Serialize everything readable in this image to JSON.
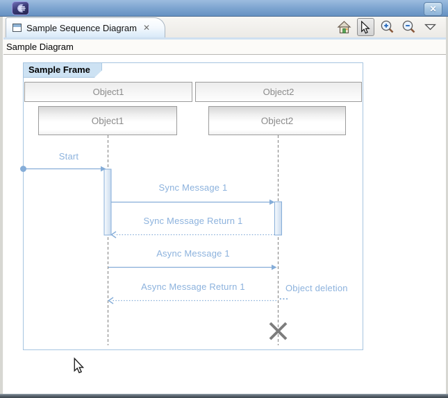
{
  "window": {
    "app": "Eclipse",
    "close_glyph": "✕"
  },
  "tab": {
    "title": "Sample Sequence Diagram",
    "close_glyph": "✕"
  },
  "toolbar": {
    "icons": [
      "home-icon",
      "selection-cursor-icon",
      "zoom-in-icon",
      "zoom-out-icon",
      "view-menu-icon"
    ],
    "active_tool": "selection-cursor"
  },
  "header": {
    "title": "Sample Diagram"
  },
  "diagram": {
    "frame_label": "Sample Frame",
    "columns": [
      {
        "header": "Object1",
        "instance": "Object1"
      },
      {
        "header": "Object2",
        "instance": "Object2"
      }
    ],
    "messages": [
      {
        "label": "Start",
        "type": "sync",
        "from": "start-node",
        "to": "Object1"
      },
      {
        "label": "Sync Message 1",
        "type": "sync",
        "from": "Object1",
        "to": "Object2"
      },
      {
        "label": "Sync Message Return 1",
        "type": "return",
        "from": "Object2",
        "to": "Object1"
      },
      {
        "label": "Async Message 1",
        "type": "async",
        "from": "Object1",
        "to": "Object2"
      },
      {
        "label": "Async Message Return 1",
        "type": "return",
        "from": "Object2",
        "to": "Object1"
      }
    ],
    "deletion_label": "Object deletion",
    "ellipsis": "...",
    "colors": {
      "message_line": "#85add8",
      "message_text": "#8cb2dd",
      "lifeline": "#8f8f8f",
      "frame_border": "#a6c4e0",
      "frame_label_bg": "#cde2f3",
      "activation_fill": "#cdddf0",
      "deletion_x": "#7d7d7d",
      "titlebar_blue": "#7ba3cf",
      "tab_active_bg": "#d8e9f8"
    }
  }
}
